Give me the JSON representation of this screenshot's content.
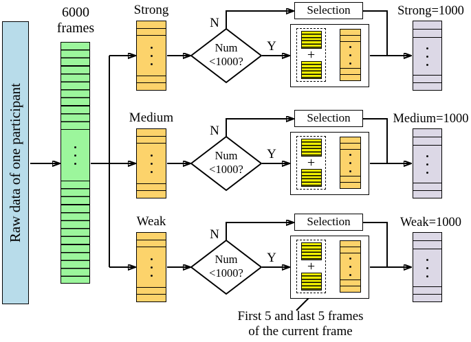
{
  "raw_panel": {
    "label": "Raw data of one participant"
  },
  "frames_label": "6000 frames",
  "rows": [
    {
      "label": "Strong",
      "decision": {
        "line1": "Num",
        "line2": "<1000?"
      },
      "no": "N",
      "yes": "Y",
      "selection": "Selection",
      "plus": "+",
      "output": "Strong=1000"
    },
    {
      "label": "Medium",
      "decision": {
        "line1": "Num",
        "line2": "<1000?"
      },
      "no": "N",
      "yes": "Y",
      "selection": "Selection",
      "plus": "+",
      "output": "Medium=1000"
    },
    {
      "label": "Weak",
      "decision": {
        "line1": "Num",
        "line2": "<1000?"
      },
      "no": "N",
      "yes": "Y",
      "selection": "Selection",
      "plus": "+",
      "output": "Weak=1000"
    }
  ],
  "caption": {
    "line1": "First 5 and last 5 frames",
    "line2": "of the current frame"
  },
  "colors": {
    "raw_panel": "#b8dcea",
    "frames_column": "#9cf69c",
    "intensity_stack": "#fcd36b",
    "boundary_frames": "#f1f100",
    "output_stack": "#dcd8e6",
    "line": "#000000"
  }
}
